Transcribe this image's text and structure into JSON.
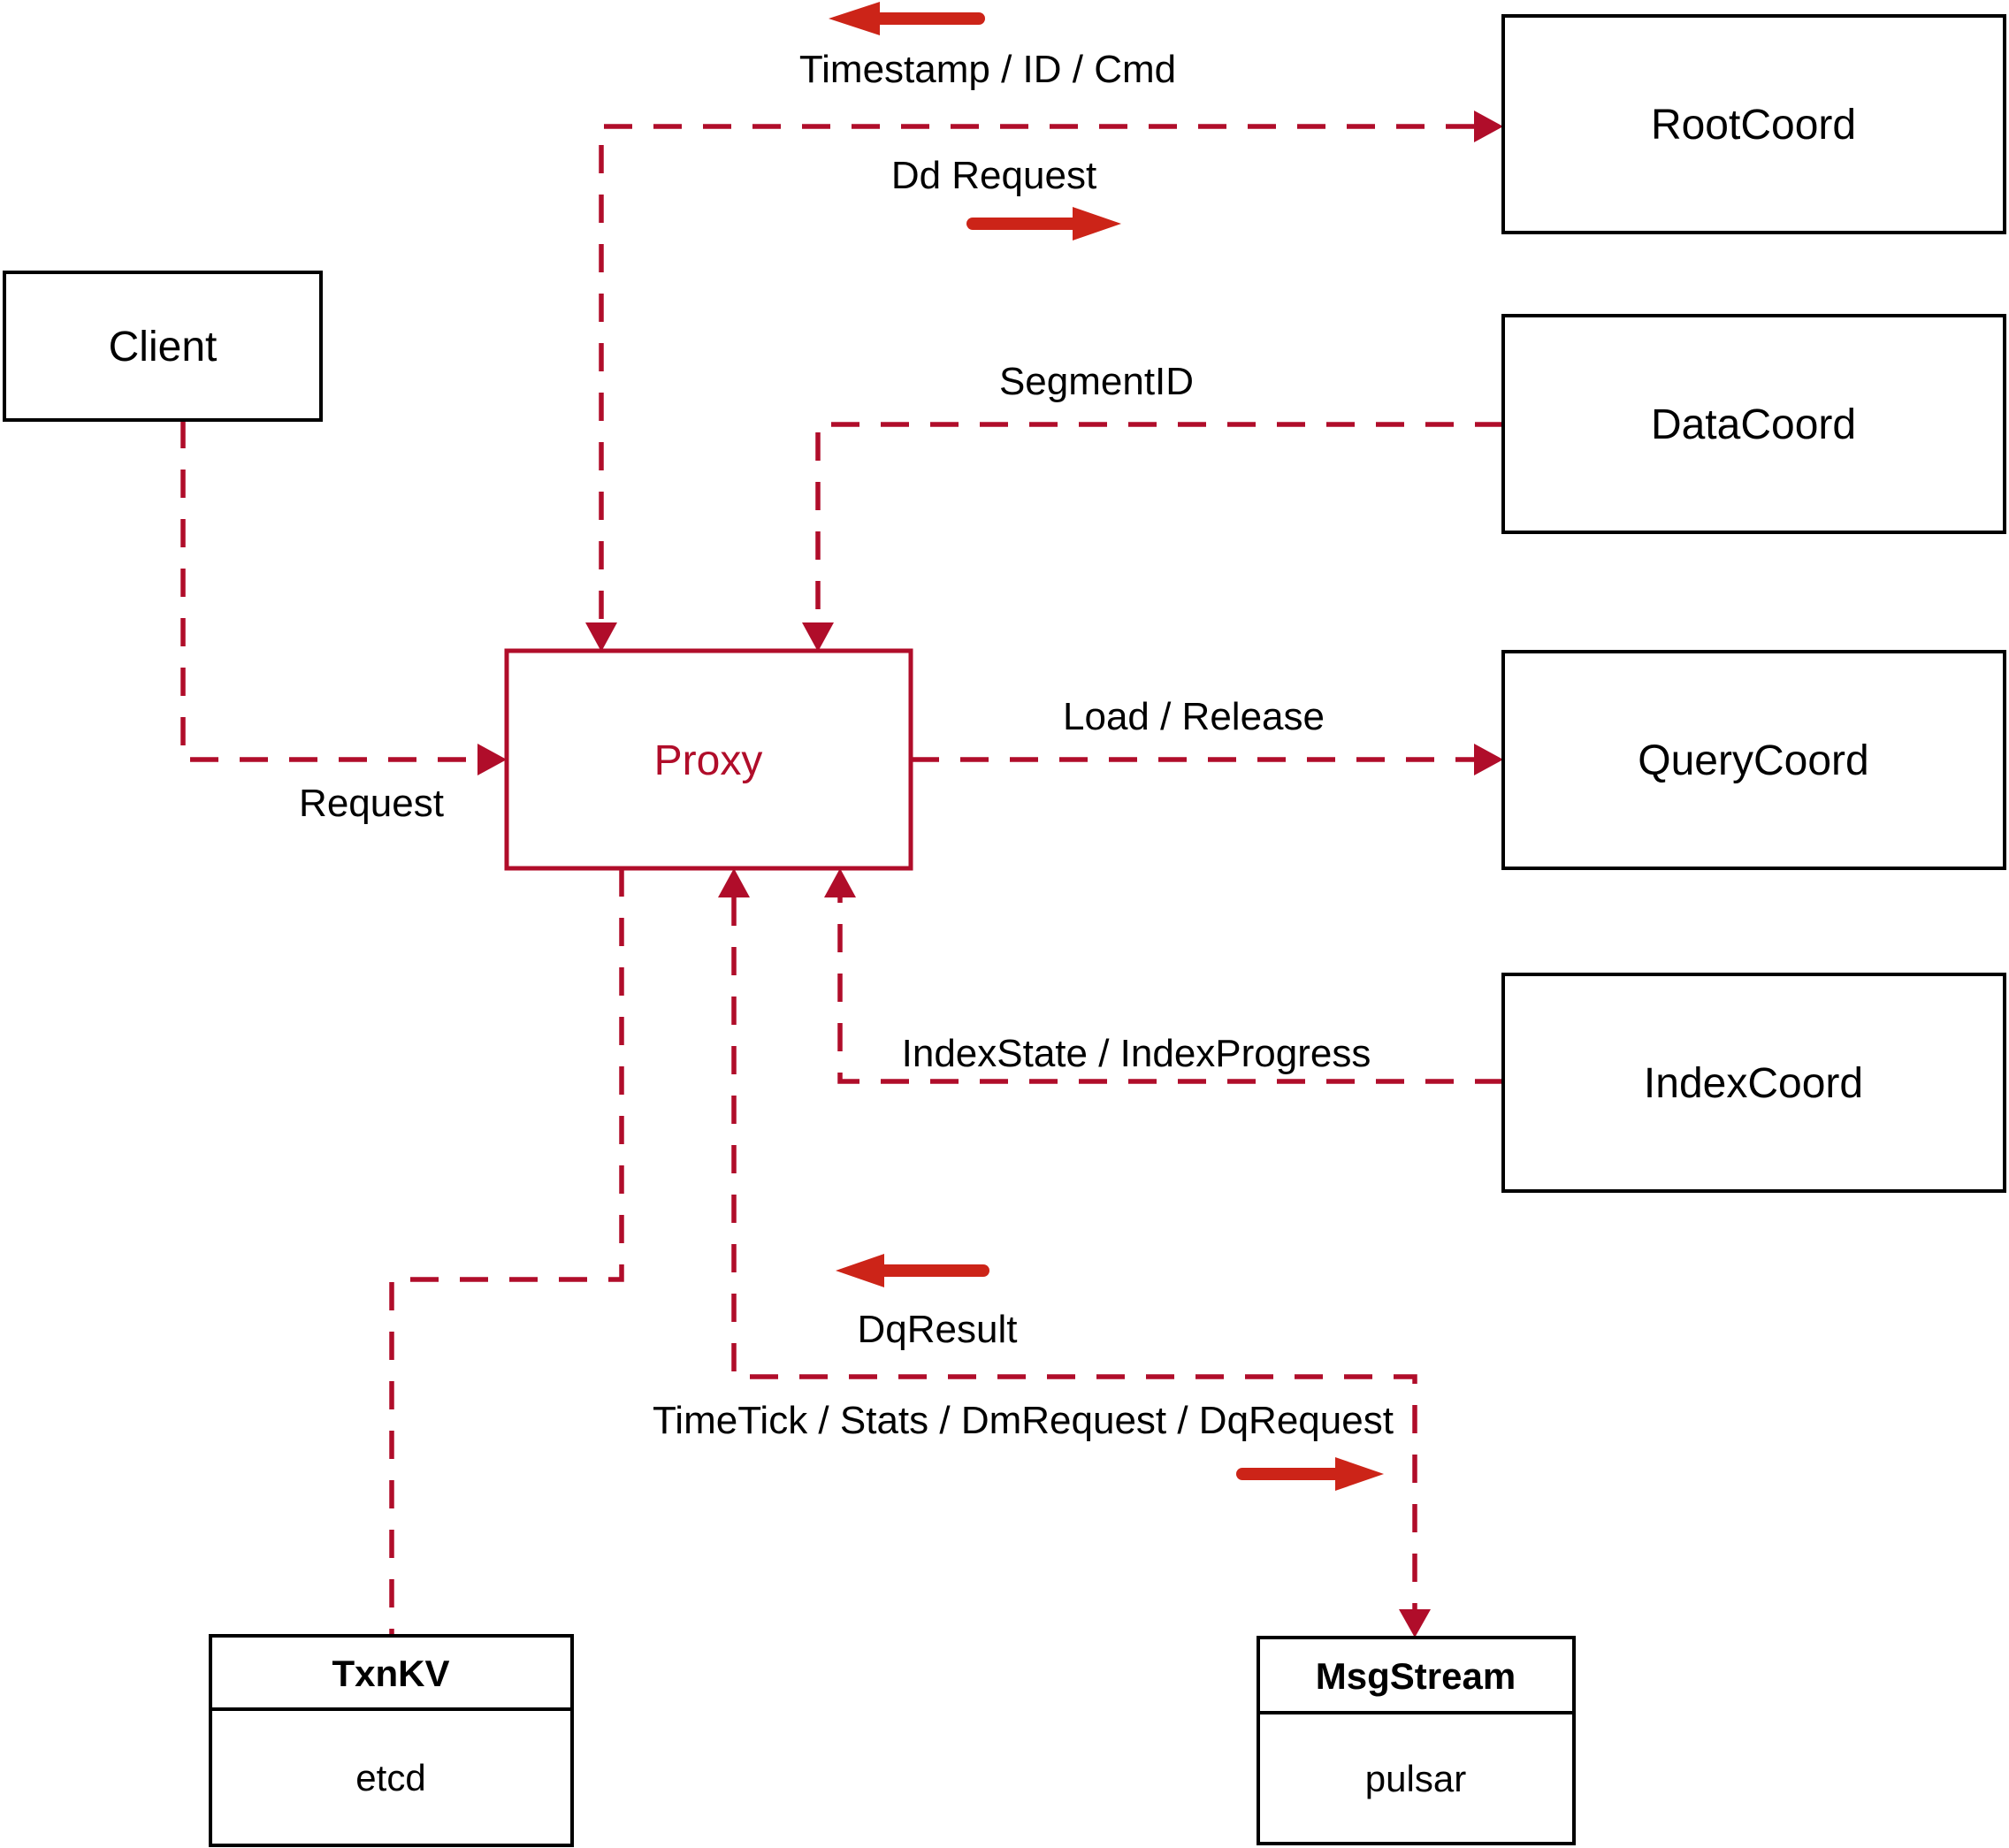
{
  "diagram": {
    "colors": {
      "dashed_line": "#b00d2a",
      "direction_arrow": "#cc2418",
      "box_border": "#000000",
      "proxy_accent": "#b00d2a",
      "background": "#ffffff"
    },
    "nodes": {
      "client": {
        "label": "Client"
      },
      "proxy": {
        "label": "Proxy"
      },
      "root_coord": {
        "label": "RootCoord"
      },
      "data_coord": {
        "label": "DataCoord"
      },
      "query_coord": {
        "label": "QueryCoord"
      },
      "index_coord": {
        "label": "IndexCoord"
      },
      "txn_kv": {
        "title": "TxnKV",
        "value": "etcd"
      },
      "msg_stream": {
        "title": "MsgStream",
        "value": "pulsar"
      }
    },
    "edges": {
      "request": {
        "label": "Request"
      },
      "root_coord_link": {
        "label_up": "Timestamp / ID / Cmd",
        "label_down": "Dd Request"
      },
      "data_coord_link": {
        "label": "SegmentID"
      },
      "query_coord_link": {
        "label": "Load / Release"
      },
      "index_coord_link": {
        "label": "IndexState / IndexProgress"
      },
      "msg_stream_link": {
        "label_up": "DqResult",
        "label_down": "TimeTick / Stats / DmRequest / DqRequest"
      }
    }
  }
}
